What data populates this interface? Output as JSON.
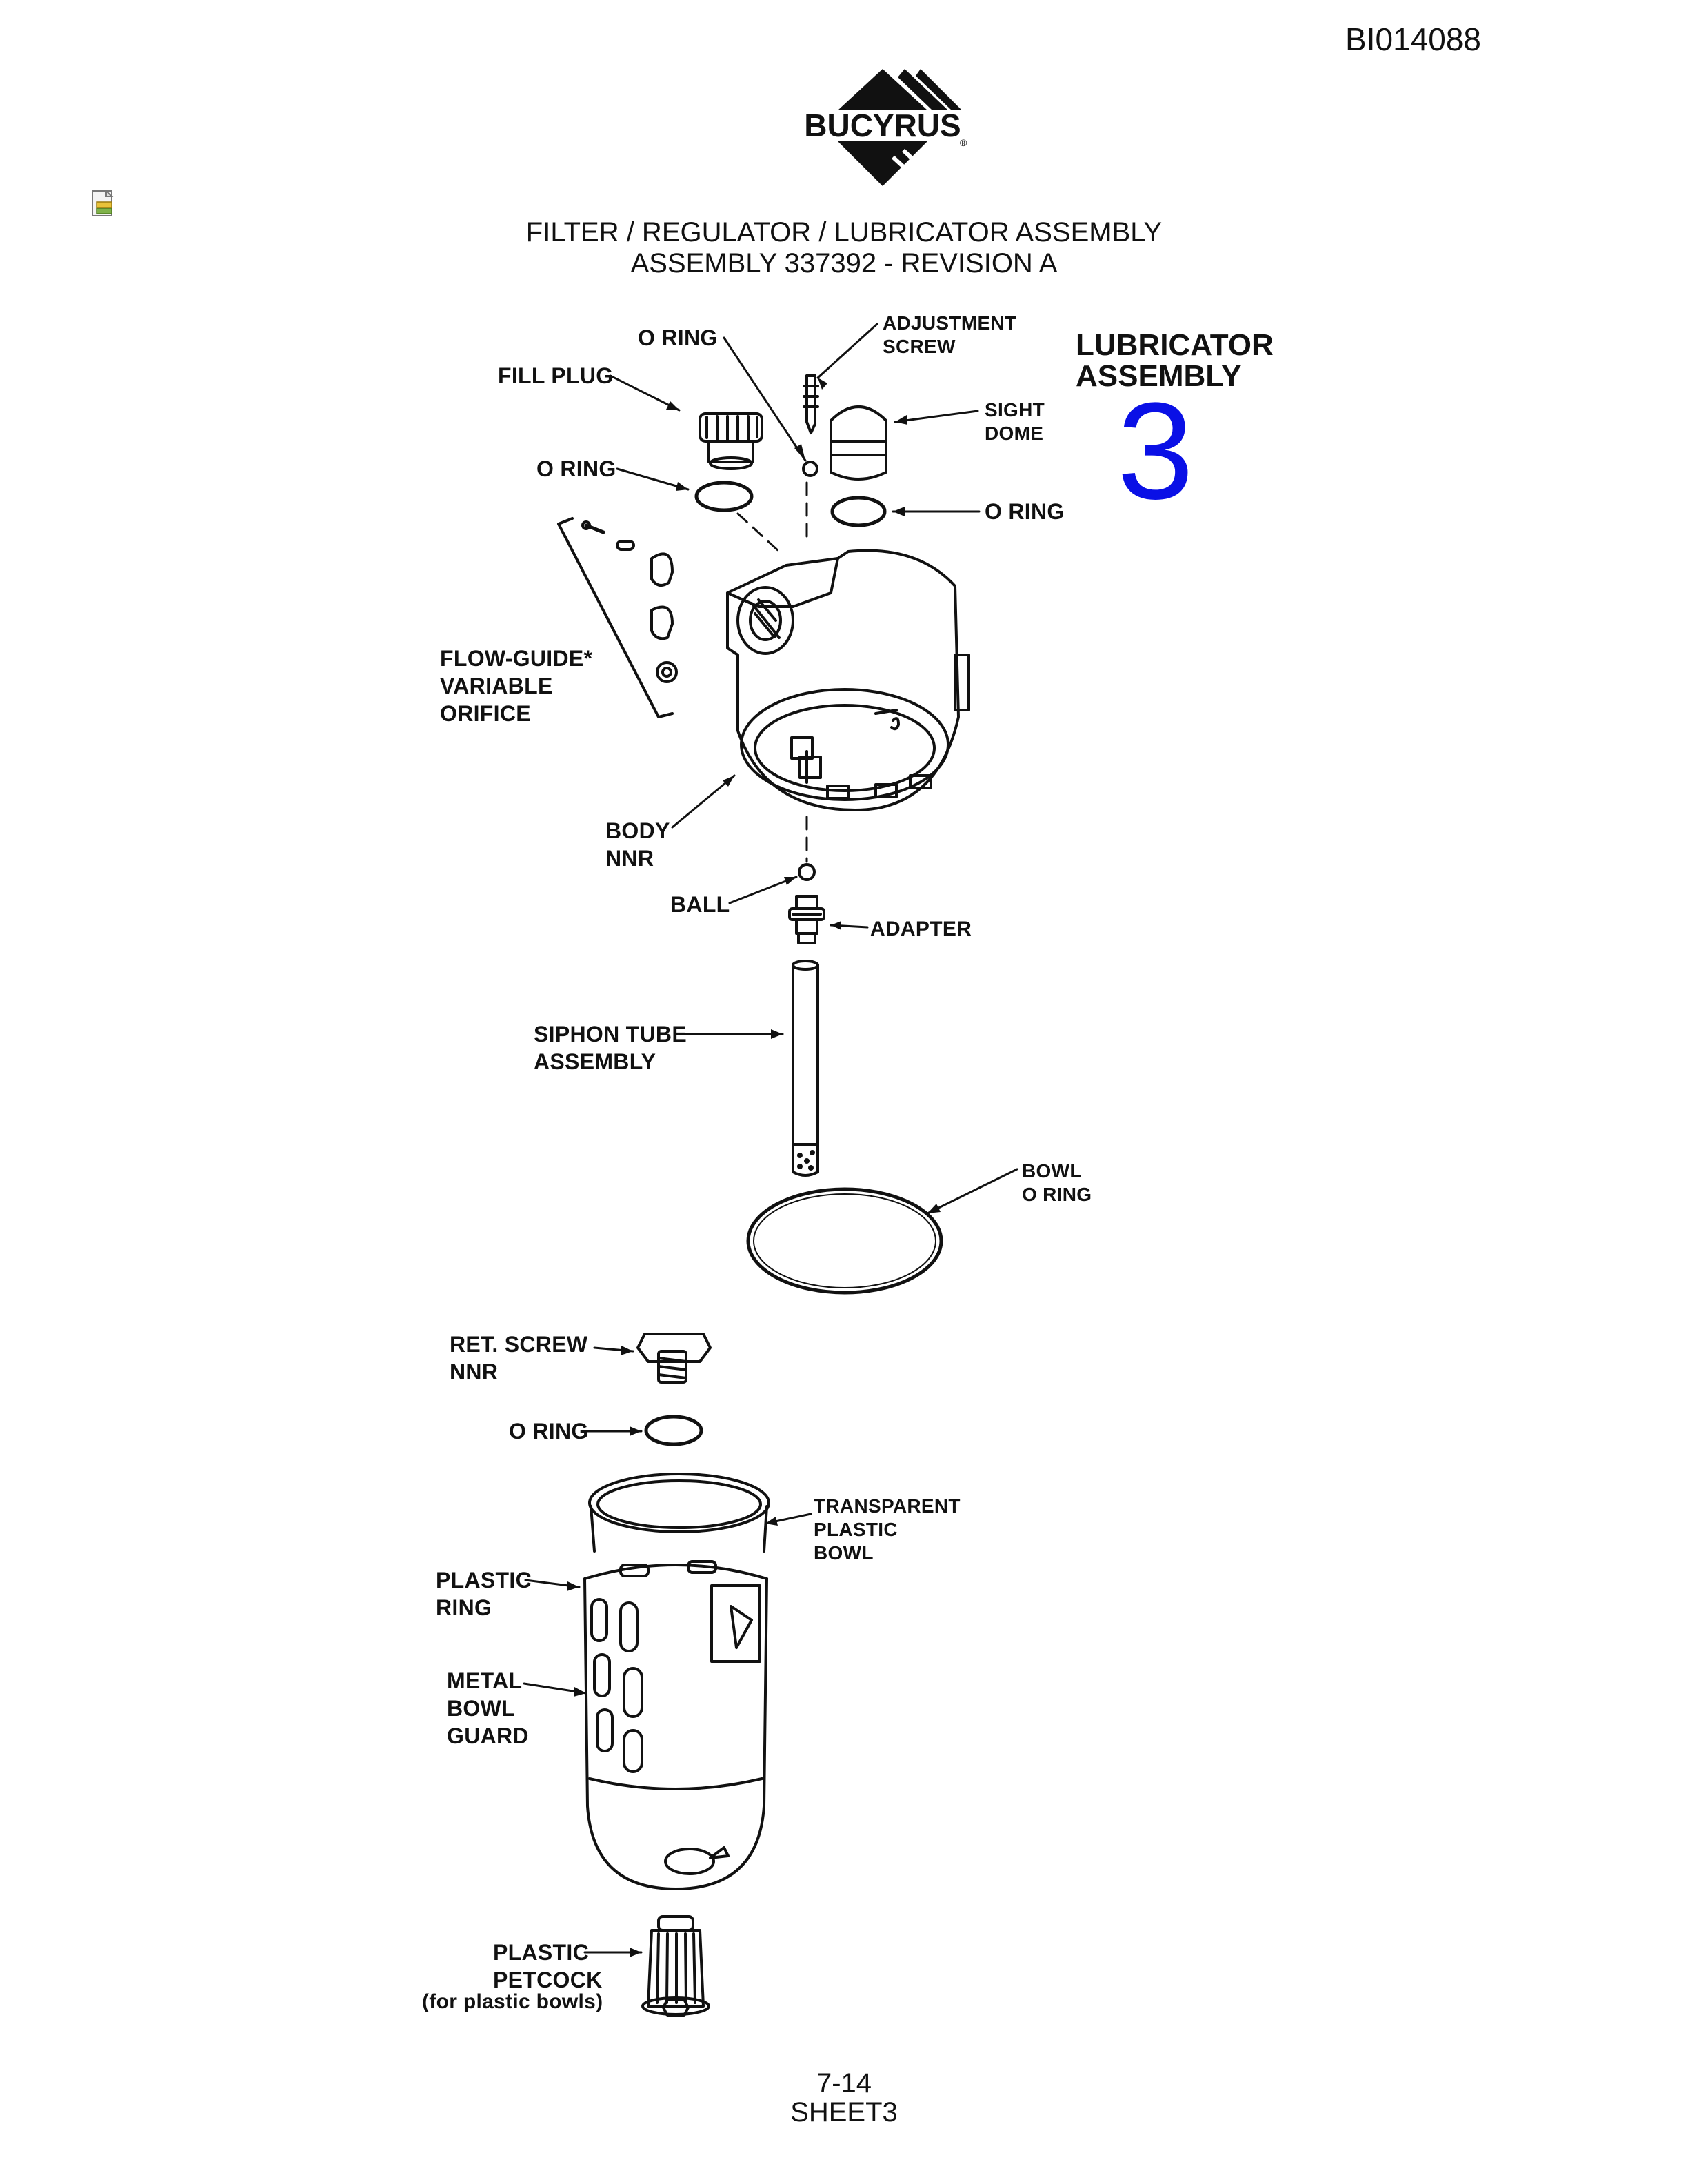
{
  "header": {
    "doc_id": "BI014088",
    "logo_text": "BUCYRUS",
    "registered_mark": "®"
  },
  "title": {
    "line1": "FILTER / REGULATOR / LUBRICATOR ASSEMBLY",
    "line2": "ASSEMBLY 337392 - REVISION A"
  },
  "subassembly": {
    "name_line1": "LUBRICATOR",
    "name_line2": "ASSEMBLY",
    "number": "3"
  },
  "parts": {
    "o_ring_top": [
      "O RING"
    ],
    "adjustment_screw": [
      "ADJUSTMENT",
      "SCREW"
    ],
    "fill_plug": [
      "FILL PLUG"
    ],
    "sight_dome": [
      "SIGHT",
      "DOME"
    ],
    "o_ring_left": [
      "O RING"
    ],
    "o_ring_right": [
      "O RING"
    ],
    "flow_guide": [
      "FLOW-GUIDE*",
      "VARIABLE",
      "ORIFICE"
    ],
    "body": [
      "BODY",
      "NNR"
    ],
    "ball": [
      "BALL"
    ],
    "adapter": [
      "ADAPTER"
    ],
    "siphon_tube": [
      "SIPHON TUBE",
      "ASSEMBLY"
    ],
    "bowl_o_ring": [
      "BOWL",
      "O RING"
    ],
    "ret_screw": [
      "RET. SCREW",
      "NNR"
    ],
    "o_ring_lower": [
      "O RING"
    ],
    "transparent_bowl": [
      "TRANSPARENT",
      "PLASTIC",
      "BOWL"
    ],
    "plastic_ring": [
      "PLASTIC",
      "RING"
    ],
    "metal_bowl_guard": [
      "METAL",
      "BOWL",
      "GUARD"
    ],
    "plastic_petcock": [
      "PLASTIC",
      "PETCOCK"
    ],
    "petcock_note": "(for plastic bowls)"
  },
  "footer": {
    "page": "7-14",
    "sheet": "SHEET3"
  },
  "colors": {
    "line": "#111111",
    "sheet_number": "#0a10e6"
  },
  "icons": [
    "attachment-icon",
    "bucyrus-logo"
  ]
}
